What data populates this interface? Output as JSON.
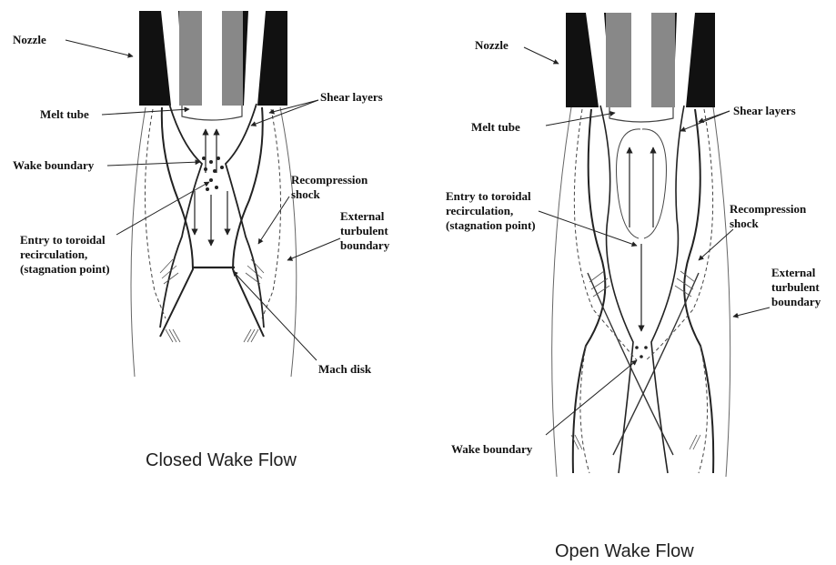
{
  "closed": {
    "caption": "Closed Wake Flow",
    "labels": {
      "nozzle": "Nozzle",
      "melt_tube": "Melt tube",
      "shear_layers": "Shear layers",
      "wake_boundary": "Wake boundary",
      "recompression_1": "Recompression",
      "recompression_2": "shock",
      "external_1": "External",
      "external_2": "turbulent",
      "external_3": "boundary",
      "entry_1": "Entry to toroidal",
      "entry_2": "recirculation,",
      "entry_3": "(stagnation point)",
      "mach_disk": "Mach disk"
    }
  },
  "open": {
    "caption": "Open Wake Flow",
    "labels": {
      "nozzle": "Nozzle",
      "melt_tube": "Melt tube",
      "shear_layers": "Shear layers",
      "entry_1": "Entry to toroidal",
      "entry_2": "recirculation,",
      "entry_3": "(stagnation point)",
      "recompression_1": "Recompression",
      "recompression_2": "shock",
      "external_1": "External",
      "external_2": "turbulent",
      "external_3": "boundary",
      "wake_boundary": "Wake boundary"
    }
  }
}
